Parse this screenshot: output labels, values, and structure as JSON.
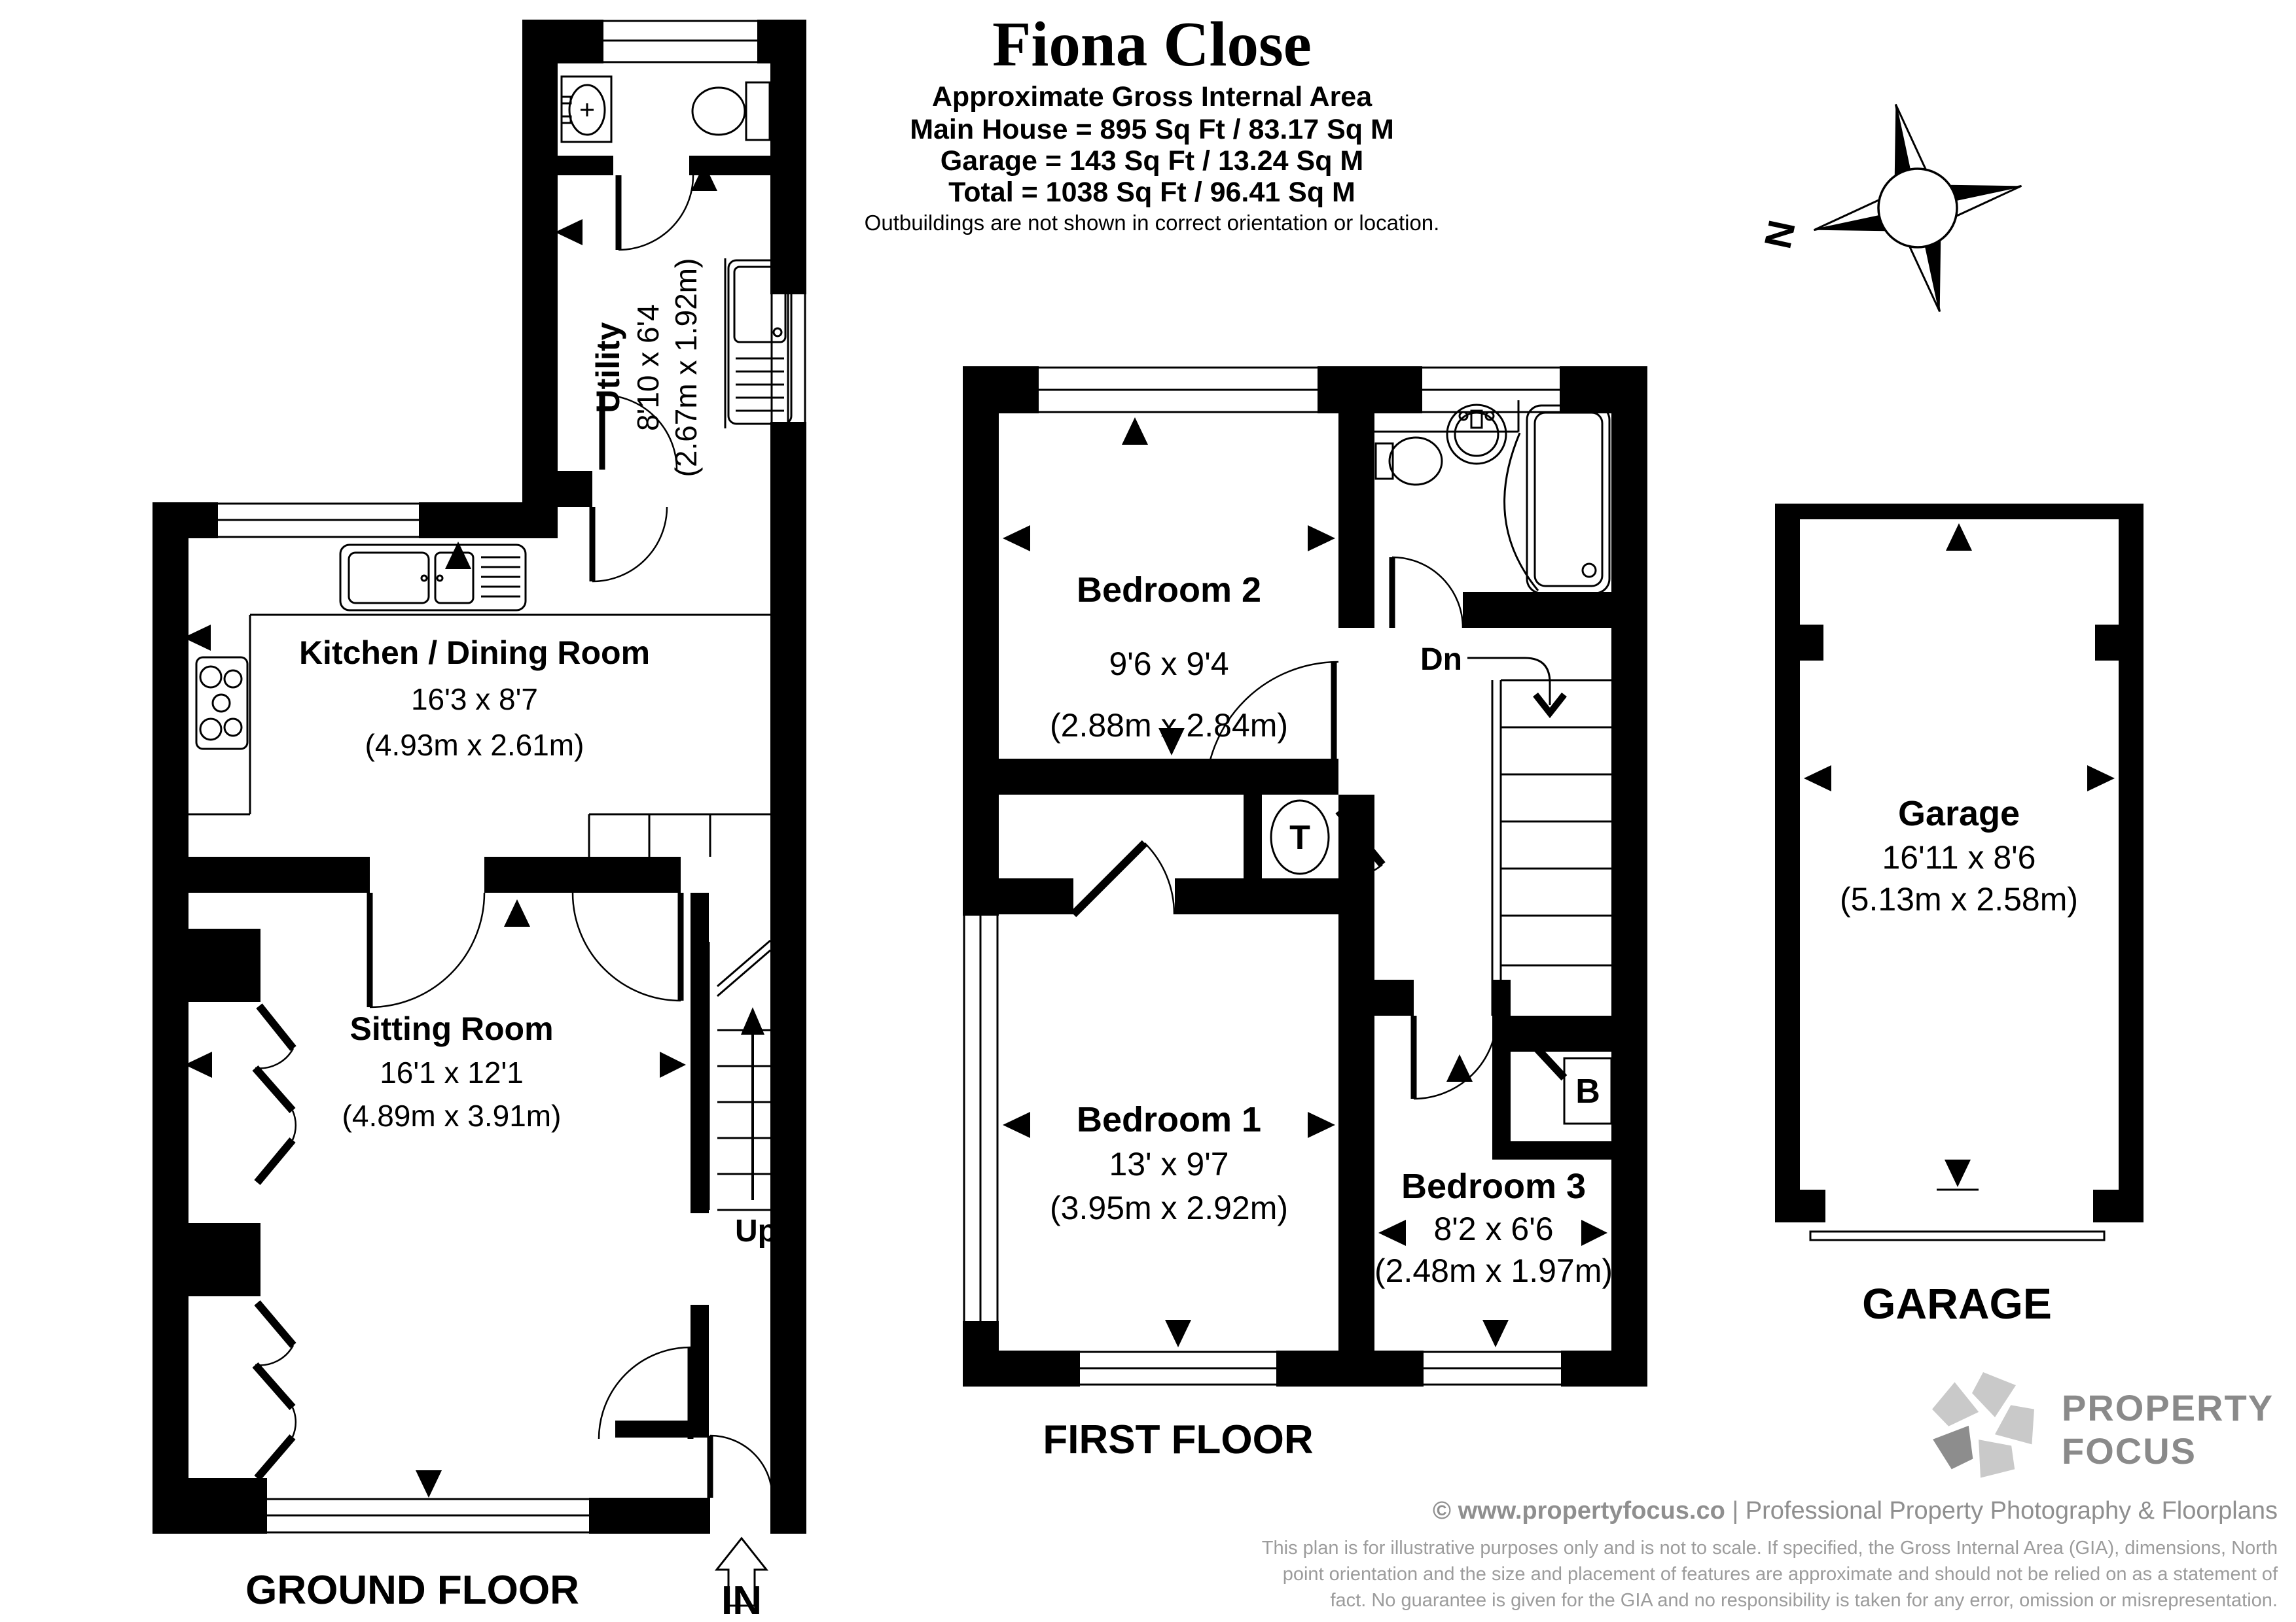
{
  "header": {
    "title": "Fiona Close",
    "subtitle": "Approximate Gross Internal Area",
    "area_main_house": "Main House = 895 Sq Ft / 83.17 Sq M",
    "area_garage": "Garage = 143 Sq Ft / 13.24 Sq M",
    "area_total": "Total = 1038 Sq Ft / 96.41 Sq M",
    "note": "Outbuildings are not shown in correct orientation or location."
  },
  "compass": {
    "north": "N"
  },
  "ground_floor": {
    "label": "GROUND FLOOR",
    "in_label": "IN",
    "up_label": "Up",
    "utility": {
      "name": "Utility",
      "imperial": "8'10 x 6'4",
      "metric": "(2.67m x 1.92m)"
    },
    "kitchen": {
      "name": "Kitchen / Dining Room",
      "imperial": "16'3 x 8'7",
      "metric": "(4.93m x 2.61m)"
    },
    "sitting_room": {
      "name": "Sitting Room",
      "imperial": "16'1 x 12'1",
      "metric": "(4.89m x 3.91m)"
    }
  },
  "first_floor": {
    "label": "FIRST FLOOR",
    "dn_label": "Dn",
    "tank": "T",
    "boiler": "B",
    "bedroom1": {
      "name": "Bedroom 1",
      "imperial": "13' x 9'7",
      "metric": "(3.95m x 2.92m)"
    },
    "bedroom2": {
      "name": "Bedroom 2",
      "imperial": "9'6 x 9'4",
      "metric": "(2.88m x 2.84m)"
    },
    "bedroom3": {
      "name": "Bedroom 3",
      "imperial": "8'2 x 6'6",
      "metric": "(2.48m x 1.97m)"
    }
  },
  "garage": {
    "label": "GARAGE",
    "name": "Garage",
    "imperial": "16'11 x 8'6",
    "metric": "(5.13m x 2.58m)"
  },
  "branding": {
    "logo_word1": "PROPERTY",
    "logo_word2": "FOCUS",
    "credit_site": "© www.propertyfocus.co",
    "credit_tagline": " | Professional Property Photography & Floorplans",
    "disclaimer1": "This plan is for illustrative purposes only and is not to scale. If specified, the Gross Internal Area (GIA), dimensions, North",
    "disclaimer2": "point orientation and the size and placement of features are approximate and should not be relied on as a statement of",
    "disclaimer3": "fact. No guarantee is given for the GIA and no responsibility is taken for any error, omission or misrepresentation."
  },
  "colors": {
    "wall": "#000000",
    "brand_gray": "#8a8a8a",
    "logo_light": "#c9c9c9",
    "logo_dark": "#8d8d8d"
  }
}
